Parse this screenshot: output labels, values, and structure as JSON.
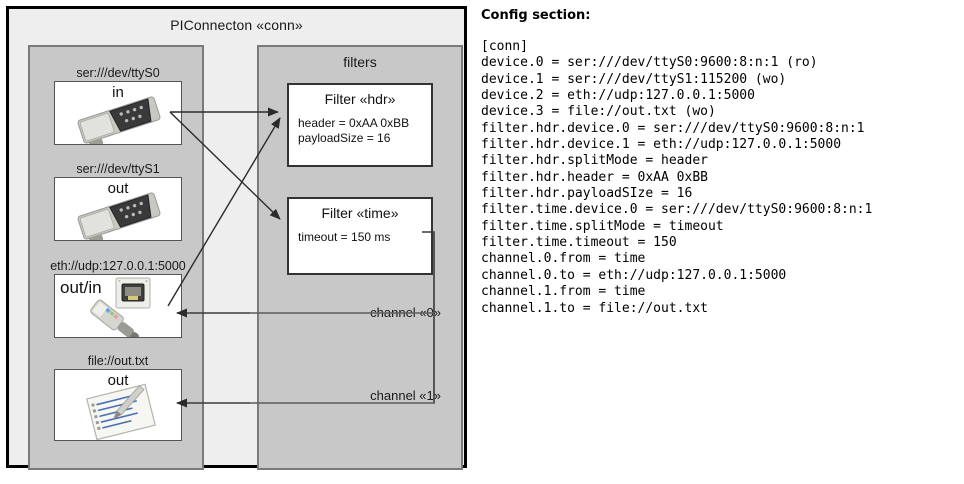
{
  "diagram": {
    "title": "PIConnecton «conn»",
    "devices_panel": {
      "title": "",
      "items": [
        {
          "caption": "ser:///dev/ttyS0",
          "label": "in",
          "icon": "serial-db9-icon"
        },
        {
          "caption": "ser:///dev/ttyS1",
          "label": "out",
          "icon": "serial-db9-icon"
        },
        {
          "caption": "eth://udp:127.0.0.1:5000",
          "label": "out/in",
          "icon": "ethernet-rj45-icon"
        },
        {
          "caption": "file://out.txt",
          "label": "out",
          "icon": "text-file-icon"
        }
      ]
    },
    "filters_panel": {
      "title": "filters",
      "items": [
        {
          "title": "Filter «hdr»",
          "props": [
            "header = 0xAA 0xBB",
            "payloadSize = 16"
          ]
        },
        {
          "title": "Filter «time»",
          "props": [
            "timeout = 150 ms"
          ]
        }
      ],
      "channels": [
        {
          "label": "channel «0»"
        },
        {
          "label": "channel «1»"
        }
      ]
    }
  },
  "config": {
    "heading": "Config section:",
    "lines": "[conn]\ndevice.0 = ser:///dev/ttyS0:9600:8:n:1 (ro)\ndevice.1 = ser:///dev/ttyS1:115200 (wo)\ndevice.2 = eth://udp:127.0.0.1:5000\ndevice.3 = file://out.txt (wo)\nfilter.hdr.device.0 = ser:///dev/ttyS0:9600:8:n:1\nfilter.hdr.device.1 = eth://udp:127.0.0.1:5000\nfilter.hdr.splitMode = header\nfilter.hdr.header = 0xAA 0xBB\nfilter.hdr.payloadSIze = 16\nfilter.time.device.0 = ser:///dev/ttyS0:9600:8:n:1\nfilter.time.splitMode = timeout\nfilter.time.timeout = 150\nchannel.0.from = time\nchannel.0.to = eth://udp:127.0.0.1:5000\nchannel.1.from = time\nchannel.1.to = file://out.txt"
  },
  "colors": {
    "frame_bg": "#eeeeee",
    "panel_bg": "#c8c8c8",
    "panel_border": "#7a7a7a",
    "box_bg": "#ffffff",
    "line": "#333333"
  }
}
